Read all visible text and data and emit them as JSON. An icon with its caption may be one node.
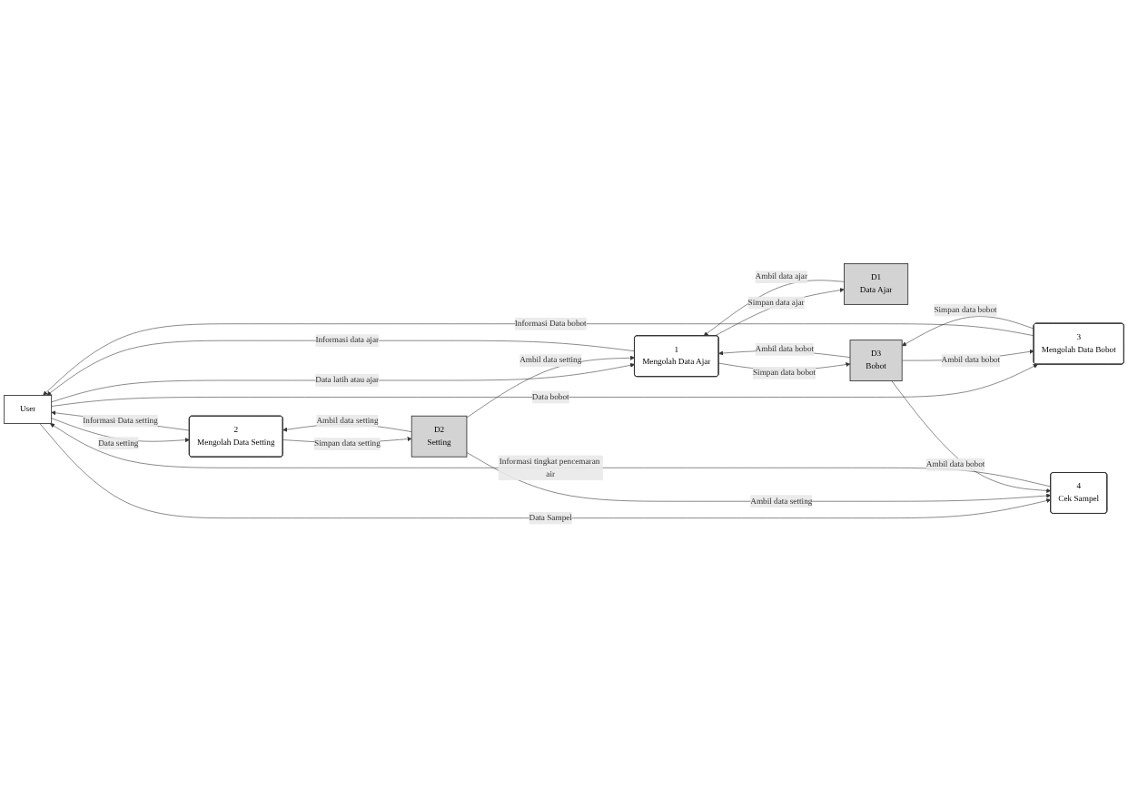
{
  "diagram": {
    "nodes": [
      {
        "text": [
          "User"
        ]
      },
      {
        "text": [
          "1",
          "Mengolah Data Ajar"
        ]
      },
      {
        "text": [
          "2",
          "Mengolah Data Setting"
        ]
      },
      {
        "text": [
          "3",
          "Mengolah Data Bobot"
        ]
      },
      {
        "text": [
          "4",
          "Cek Sampel"
        ]
      },
      {
        "text": [
          "D1",
          "Data Ajar"
        ]
      },
      {
        "text": [
          "D2",
          "Setting"
        ]
      },
      {
        "text": [
          "D3",
          "Bobot"
        ]
      }
    ],
    "edges": [
      {
        "from": 0,
        "to": 1,
        "arrow": "to",
        "label": "Data latih atau ajar"
      },
      {
        "from": 1,
        "to": 0,
        "arrow": "to",
        "label": "Informasi data ajar"
      },
      {
        "from": 0,
        "to": 2,
        "arrow": "to",
        "label": "Data setting"
      },
      {
        "from": 2,
        "to": 0,
        "arrow": "to",
        "label": "Informasi Data setting"
      },
      {
        "from": 0,
        "to": 3,
        "arrow": "to",
        "label": "Data bobot"
      },
      {
        "from": 3,
        "to": 0,
        "arrow": "to",
        "label": "Informasi Data bobot"
      },
      {
        "from": 0,
        "to": 4,
        "arrow": "to",
        "label": "Data Sampel"
      },
      {
        "from": 4,
        "to": 0,
        "arrow": "to",
        "label": "Informasi tingkat pencemaran air"
      },
      {
        "from": 5,
        "to": 1,
        "arrow": "to",
        "label": "Ambil data ajar"
      },
      {
        "from": 1,
        "to": 5,
        "arrow": "to",
        "label": "Simpan data ajar"
      },
      {
        "from": 1,
        "to": 7,
        "arrow": "to",
        "label": "Simpan data bobot"
      },
      {
        "from": 7,
        "to": 1,
        "arrow": "to",
        "label": "Ambil data bobot"
      },
      {
        "from": 6,
        "to": 1,
        "arrow": "to",
        "label": "Ambil data setting"
      },
      {
        "from": 6,
        "to": 2,
        "arrow": "to",
        "label": "Ambil data setting"
      },
      {
        "from": 2,
        "to": 6,
        "arrow": "to",
        "label": "Simpan data setting"
      },
      {
        "from": 7,
        "to": 3,
        "arrow": "to",
        "label": "Ambil data bobot"
      },
      {
        "from": 3,
        "to": 7,
        "arrow": "to",
        "label": "Simpan data bobot"
      },
      {
        "from": 6,
        "to": 4,
        "arrow": "to",
        "label": "Ambil data setting"
      },
      {
        "from": 7,
        "to": 4,
        "arrow": "to",
        "label": "Ambil data bobot"
      }
    ]
  }
}
